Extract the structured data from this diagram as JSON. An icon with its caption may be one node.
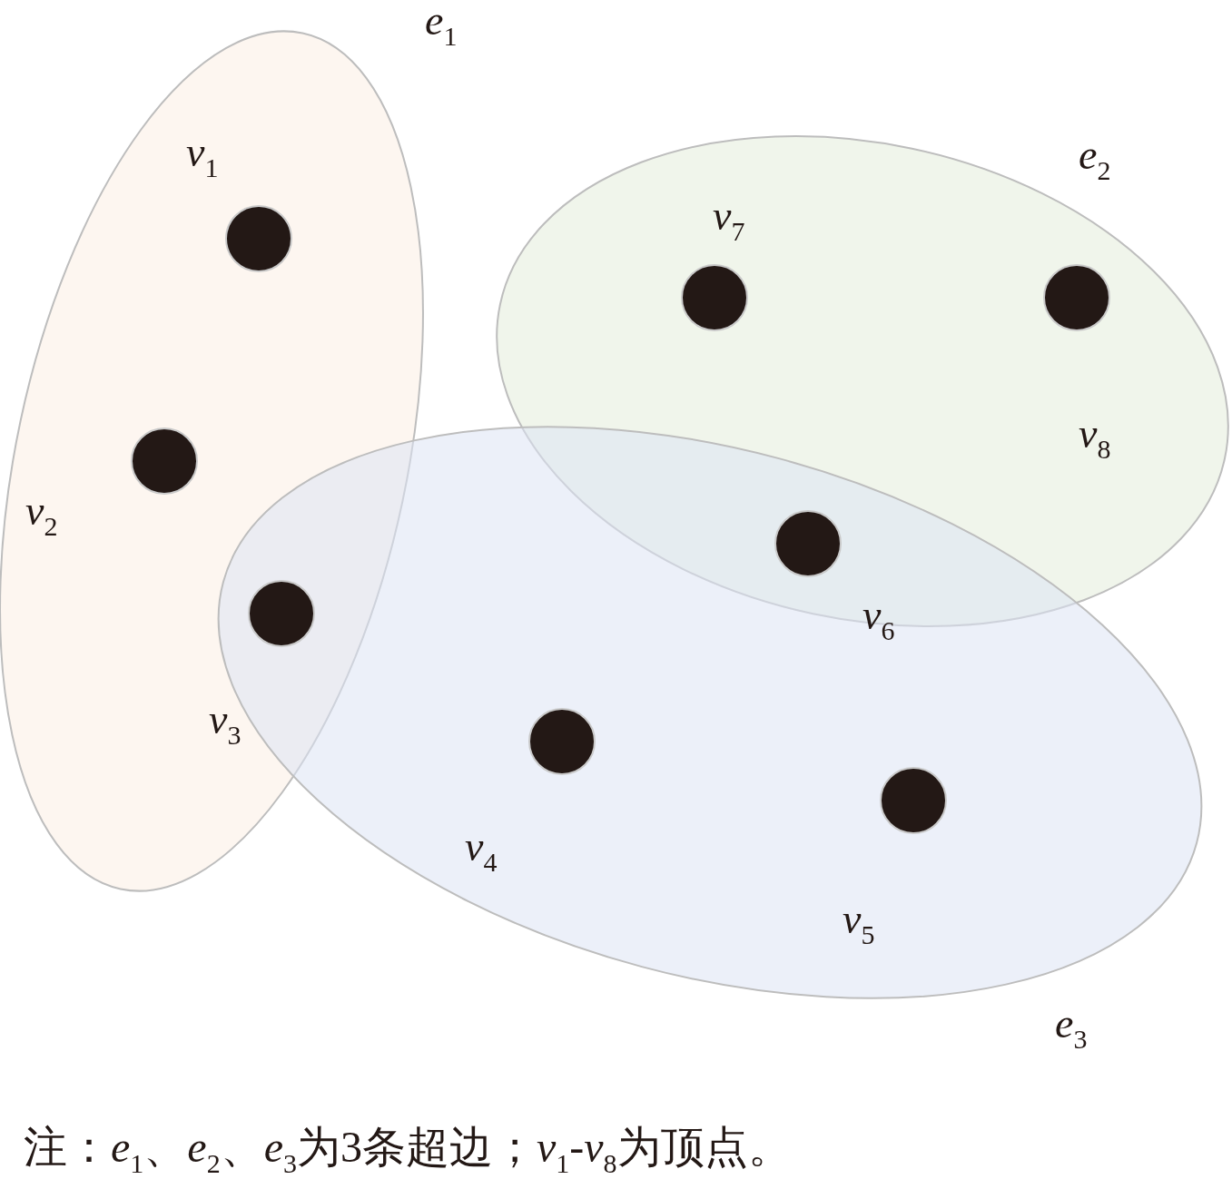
{
  "diagram": {
    "caption": "注：*e*$_{1}$、*e*$_{2}$、*e*$_{3}$为3条超边；*v*$_{1}$-*v*$_{8}$为顶点。",
    "nodes": [
      {
        "text": [
          "*e*$_{1}$"
        ]
      },
      {
        "text": [
          "*e*$_{2}$"
        ]
      },
      {
        "text": [
          "*e*$_{3}$"
        ]
      },
      {
        "text": [],
        "shape": "circle",
        "beside": [
          "*v*$_{1}$"
        ],
        "in": 0
      },
      {
        "text": [],
        "shape": "circle",
        "beside": [
          "*v*$_{2}$"
        ],
        "in": 0
      },
      {
        "text": [],
        "shape": "circle",
        "beside": [
          "*v*$_{3}$"
        ]
      },
      {
        "text": [],
        "shape": "circle",
        "beside": [
          "*v*$_{4}$"
        ],
        "in": 2
      },
      {
        "text": [],
        "shape": "circle",
        "beside": [
          "*v*$_{5}$"
        ],
        "in": 2
      },
      {
        "text": [],
        "shape": "circle",
        "beside": [
          "*v*$_{6}$"
        ]
      },
      {
        "text": [],
        "shape": "circle",
        "beside": [
          "*v*$_{7}$"
        ],
        "in": 1
      },
      {
        "text": [],
        "shape": "circle",
        "beside": [
          "*v*$_{8}$"
        ],
        "in": 1
      }
    ]
  }
}
